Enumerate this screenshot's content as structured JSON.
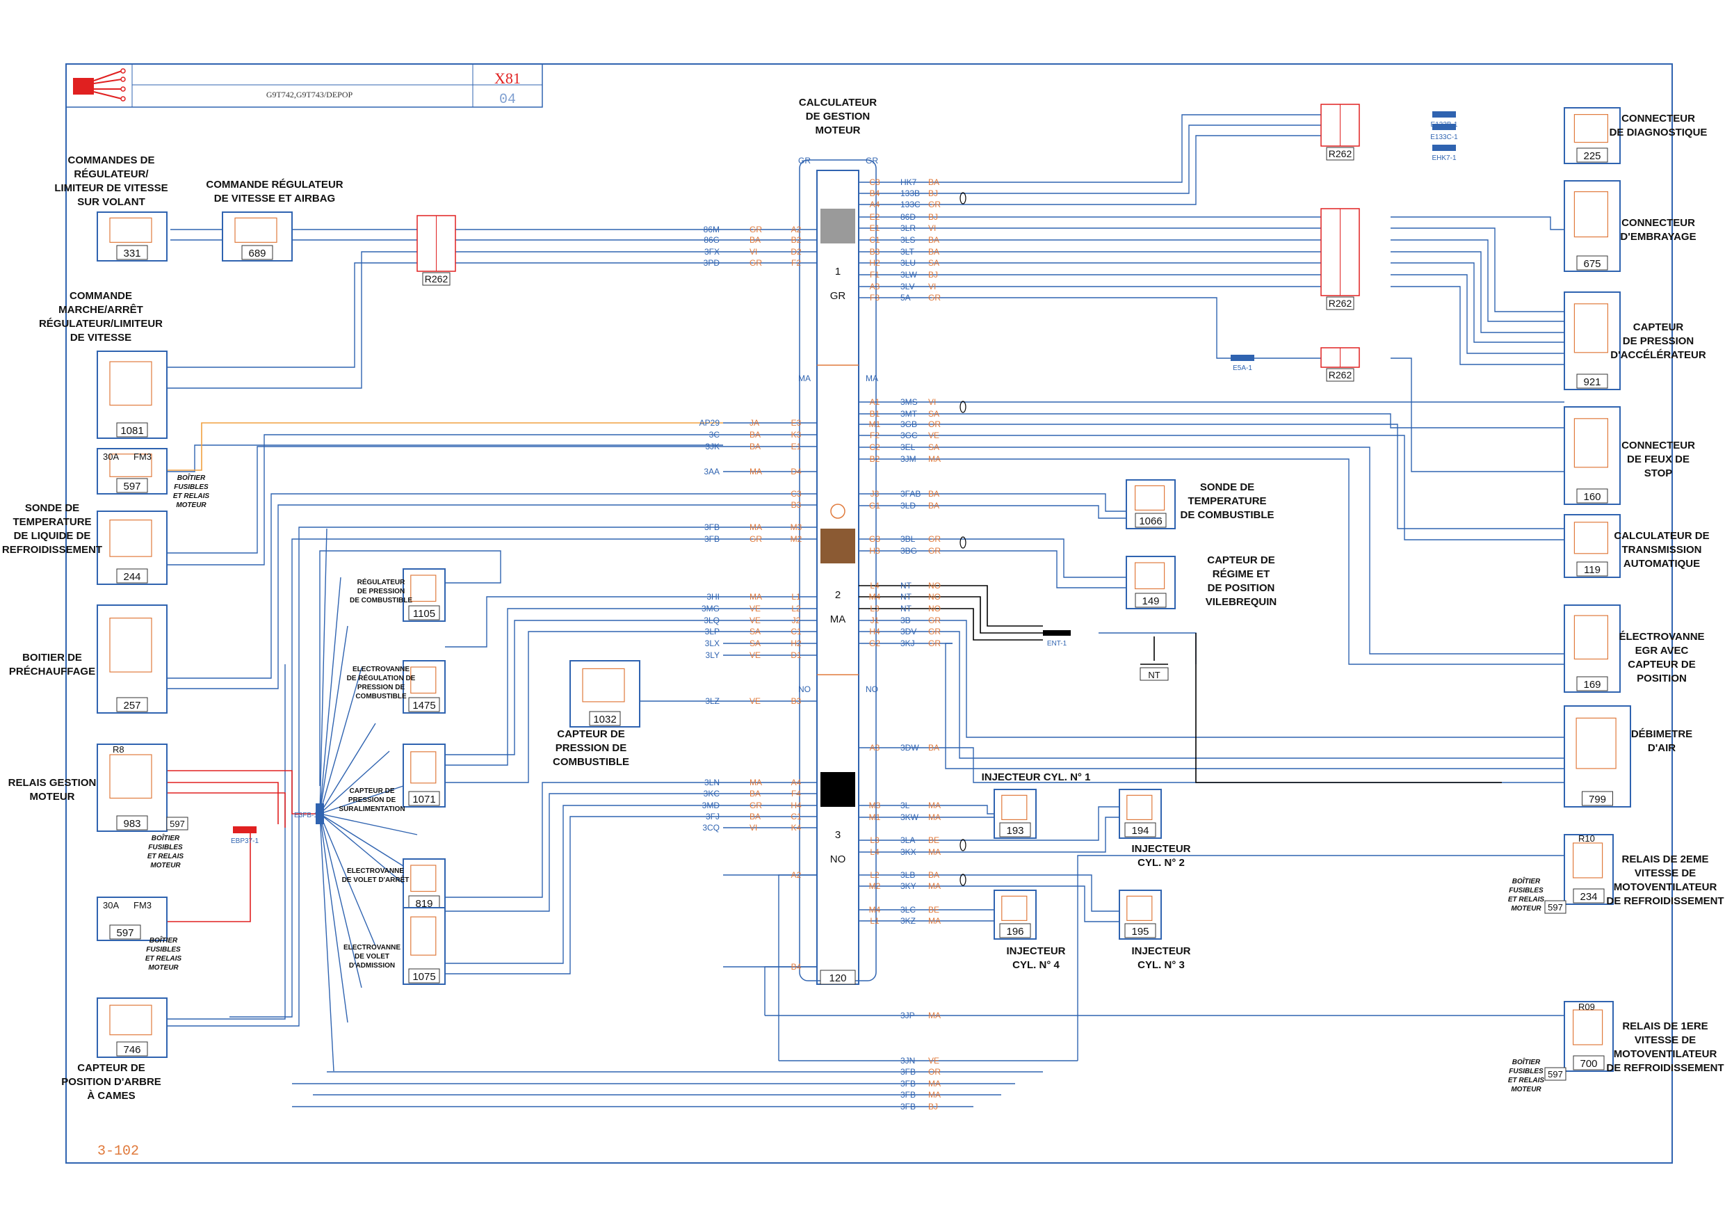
{
  "header": {
    "title_code": "G9T742,G9T743/DEPOP",
    "vehicle": "X81",
    "sheet": "04",
    "page_ref": "3-102"
  },
  "ecu": {
    "label_lines": [
      "CALCULATEUR",
      "DE GESTION",
      "MOTEUR"
    ],
    "id": "120",
    "sections": [
      {
        "n": "1",
        "c": "GR",
        "color": "#9a9a9a"
      },
      {
        "n": "2",
        "c": "MA",
        "color": "#8b5a33"
      },
      {
        "n": "3",
        "c": "NO",
        "color": "#000000"
      }
    ]
  },
  "colors": {
    "wire": "#2f63b0",
    "label": "#e07a3c",
    "frame": "#2f63b0",
    "red": "#e02020",
    "ground": "#000000"
  },
  "components": [
    {
      "id": "331",
      "label": [
        "COMMANDES DE",
        "RÉGULATEUR/",
        "LIMITEUR DE VITESSE",
        "SUR VOLANT"
      ]
    },
    {
      "id": "689",
      "label": [
        "COMMANDE RÉGULATEUR",
        "DE VITESSE ET AIRBAG"
      ]
    },
    {
      "id": "1081",
      "label": [
        "COMMANDE",
        "MARCHE/ARRÊT",
        "RÉGULATEUR/LIMITEUR",
        "DE VITESSE"
      ]
    },
    {
      "id": "597",
      "label": [
        "BOÎTIER",
        "FUSIBLES",
        "ET RELAIS",
        "MOTEUR"
      ]
    },
    {
      "id": "244",
      "label": [
        "SONDE DE",
        "TEMPERATURE",
        "DE LIQUIDE DE",
        "REFROIDISSEMENT"
      ]
    },
    {
      "id": "257",
      "label": [
        "BOITIER DE",
        "PRÉCHAUFFAGE"
      ]
    },
    {
      "id": "983",
      "label": [
        "RELAIS GESTION",
        "MOTEUR"
      ]
    },
    {
      "id": "746",
      "label": [
        "CAPTEUR DE",
        "POSITION D'ARBRE",
        "À CAMES"
      ]
    },
    {
      "id": "1105",
      "label": [
        "RÉGULATEUR",
        "DE PRESSION",
        "DE COMBUSTIBLE"
      ]
    },
    {
      "id": "1475",
      "label": [
        "ELECTROVANNE",
        "DE RÉGULATION DE",
        "PRESSION DE",
        "COMBUSTIBLE"
      ]
    },
    {
      "id": "1071",
      "label": [
        "CAPTEUR DE",
        "PRESSION DE",
        "SURALIMENTATION"
      ]
    },
    {
      "id": "819",
      "label": [
        "ELECTROVANNE",
        "DE VOLET D'ARRÊT"
      ]
    },
    {
      "id": "1075",
      "label": [
        "ELECTROVANNE",
        "DE VOLET",
        "D'ADMISSION"
      ]
    },
    {
      "id": "1032",
      "label": [
        "CAPTEUR DE",
        "PRESSION DE",
        "COMBUSTIBLE"
      ]
    },
    {
      "id": "1066",
      "label": [
        "SONDE DE",
        "TEMPERATURE",
        "DE COMBUSTIBLE"
      ]
    },
    {
      "id": "149",
      "label": [
        "CAPTEUR DE",
        "RÉGIME ET",
        "DE POSITION",
        "VILEBREQUIN"
      ]
    },
    {
      "id": "193",
      "label": [
        "INJECTEUR CYL. N° 1"
      ]
    },
    {
      "id": "194",
      "label": [
        "INJECTEUR",
        "CYL. N° 2"
      ]
    },
    {
      "id": "196",
      "label": [
        "INJECTEUR",
        "CYL. N° 4"
      ]
    },
    {
      "id": "195",
      "label": [
        "INJECTEUR",
        "CYL. N° 3"
      ]
    },
    {
      "id": "225",
      "label": [
        "CONNECTEUR",
        "DE DIAGNOSTIQUE"
      ]
    },
    {
      "id": "675",
      "label": [
        "CONNECTEUR",
        "D'EMBRAYAGE"
      ]
    },
    {
      "id": "921",
      "label": [
        "CAPTEUR",
        "DE PRESSION",
        "D'ACCÉLÉRATEUR"
      ]
    },
    {
      "id": "160",
      "label": [
        "CONNECTEUR",
        "DE FEUX DE",
        "STOP"
      ]
    },
    {
      "id": "119",
      "label": [
        "CALCULATEUR DE",
        "TRANSMISSION",
        "AUTOMATIQUE"
      ]
    },
    {
      "id": "169",
      "label": [
        "ÉLECTROVANNE",
        "EGR AVEC",
        "CAPTEUR DE",
        "POSITION"
      ]
    },
    {
      "id": "799",
      "label": [
        "DÉBIMETRE",
        "D'AIR"
      ]
    },
    {
      "id": "234",
      "label": [
        "RELAIS DE 2EME",
        "VITESSE DE",
        "MOTOVENTILATEUR",
        "DE REFROIDISSEMENT"
      ]
    },
    {
      "id": "700",
      "label": [
        "RELAIS DE 1ERE",
        "VITESSE DE",
        "MOTOVENTILATEUR",
        "DE REFROIDISSEMENT"
      ]
    }
  ],
  "connectors": {
    "r262": "R262",
    "e3fb": "E3FB-1",
    "ebp37": "EBP37-1",
    "e5a": "E5A-1",
    "ent": "ENT-1",
    "nt": "NT",
    "e133b": "E133B-1",
    "e133c": "E133C-1",
    "ehk7": "EHK7-1"
  },
  "fuse": {
    "a": "30A",
    "b": "FM3",
    "r8": "R8",
    "r10": "R10",
    "r09": "R09"
  }
}
